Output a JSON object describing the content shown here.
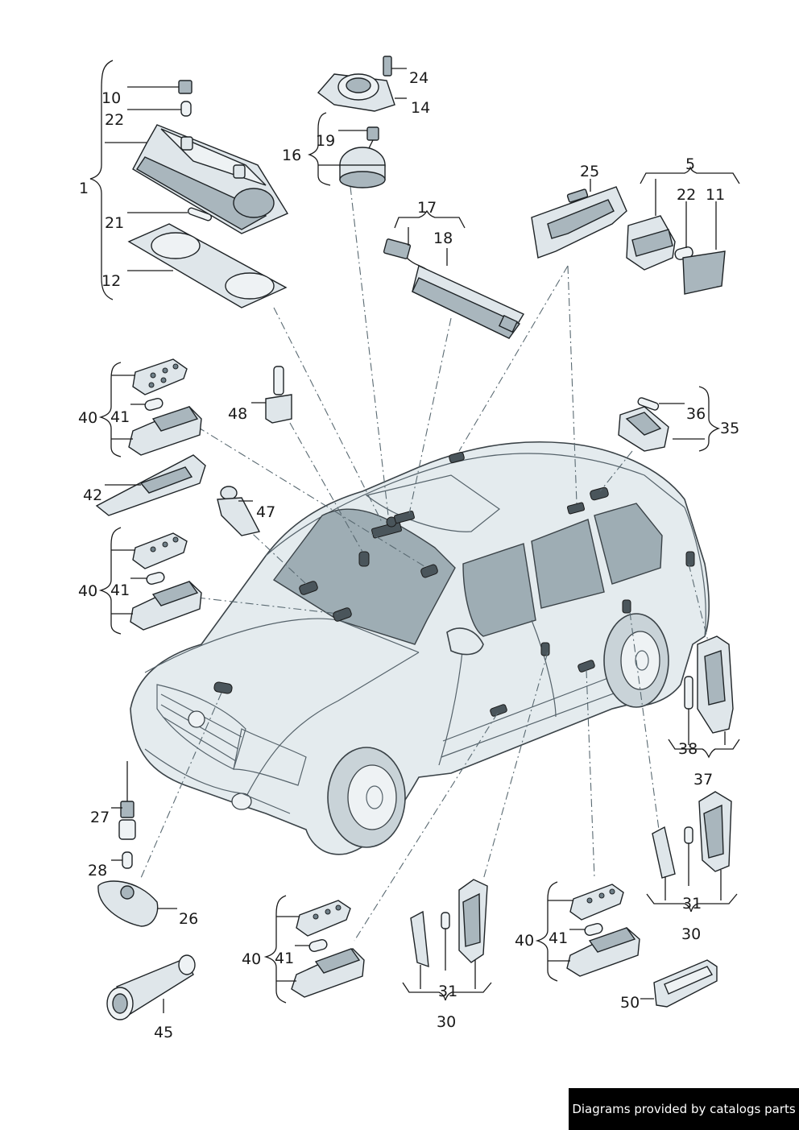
{
  "labels": {
    "l1": "1",
    "l5": "5",
    "l10": "10",
    "l11": "11",
    "l12": "12",
    "l14": "14",
    "l16": "16",
    "l17": "17",
    "l18": "18",
    "l19": "19",
    "l21": "21",
    "l22a": "22",
    "l22b": "22",
    "l24": "24",
    "l25": "25",
    "l26": "26",
    "l27": "27",
    "l28": "28",
    "l30a": "30",
    "l30b": "30",
    "l31a": "31",
    "l31b": "31",
    "l35": "35",
    "l36": "36",
    "l37": "37",
    "l38": "38",
    "l40a": "40",
    "l40b": "40",
    "l40c": "40",
    "l40d": "40",
    "l41a": "41",
    "l41b": "41",
    "l41c": "41",
    "l41d": "41",
    "l42": "42",
    "l45": "45",
    "l47": "47",
    "l48": "48",
    "l50": "50"
  },
  "footer": {
    "text": "Diagrams provided by catalogs parts"
  }
}
